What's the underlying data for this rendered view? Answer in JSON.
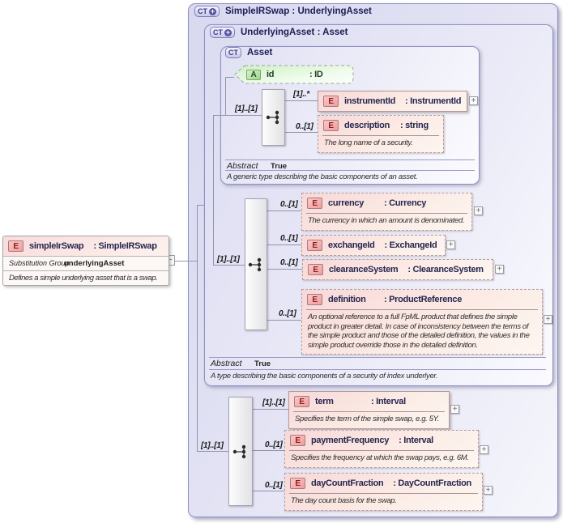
{
  "colors": {
    "page_bg": "#ffffff",
    "container_fill": "#dcdcf2",
    "container_border": "#8f8fc0",
    "element_fill": "#f7d8d8",
    "element_border": "#b29898",
    "attribute_fill": "#cff0c8",
    "badge_e_fill": "#f09c9c",
    "badge_e_text": "#8c2020",
    "badge_a_text": "#205020",
    "badge_ct_text": "#3a3a88",
    "title_text": "#1c1c55",
    "tree_line": "#9292ae"
  },
  "icons": {
    "element_badge": "E",
    "attribute_badge": "A",
    "complex_type_badge": "CT",
    "expand_button": "+",
    "collapse_button": "−"
  },
  "source_element": {
    "name": "simpleIrSwap",
    "type": ": SimpleIRSwap",
    "substitution_group_label": "Substitution Group",
    "substitution_group_value": "underlyingAsset",
    "doc": "Defines a simple underlying asset that is a swap."
  },
  "diagram": {
    "simple_ir_swap": {
      "title": "SimpleIRSwap : UnderlyingAsset",
      "sequence_cardinality": "[1]..[1]"
    },
    "underlying_asset": {
      "title": "UnderlyingAsset : Asset",
      "sequence_cardinality": "[1]..[1]",
      "abstract_label": "Abstract",
      "abstract_value": "True",
      "doc": "A type describing the basic components of a security of index underlyer."
    },
    "asset": {
      "title": "Asset",
      "sequence_cardinality": "[1]..[1]",
      "abstract_label": "Abstract",
      "abstract_value": "True",
      "doc": "A generic type describing the basic components of an asset.",
      "attribute": {
        "name": "id",
        "type": ": ID"
      }
    },
    "elements": {
      "instrument_id": {
        "cardinality": "[1]..*",
        "name": "instrumentId",
        "type": ": InstrumentId"
      },
      "description": {
        "cardinality": "0..[1]",
        "name": "description",
        "type": ": string",
        "doc": "The long name of a security."
      },
      "currency": {
        "cardinality": "0..[1]",
        "name": "currency",
        "type": ": Currency",
        "doc": "The currency in which an amount is denominated."
      },
      "exchange_id": {
        "cardinality": "0..[1]",
        "name": "exchangeId",
        "type": ": ExchangeId"
      },
      "clearance_system": {
        "cardinality": "0..[1]",
        "name": "clearanceSystem",
        "type": ": ClearanceSystem"
      },
      "definition": {
        "cardinality": "0..[1]",
        "name": "definition",
        "type": ": ProductReference",
        "doc": "An optional reference to a full FpML product that defines the simple product in greater detail. In case of inconsistency between the terms of the simple product and those of the detailed definition, the values in the simple product override those in the detailed definition."
      },
      "term": {
        "cardinality": "[1]..[1]",
        "name": "term",
        "type": ": Interval",
        "doc": "Specifies the term of the simple swap, e.g. 5Y."
      },
      "payment_frequency": {
        "cardinality": "0..[1]",
        "name": "paymentFrequency",
        "type": ": Interval",
        "doc": "Specifies the frequency at which the swap pays, e.g. 6M."
      },
      "day_count_fraction": {
        "cardinality": "0..[1]",
        "name": "dayCountFraction",
        "type": ": DayCountFraction",
        "doc": "The day count basis for the swap."
      }
    }
  }
}
